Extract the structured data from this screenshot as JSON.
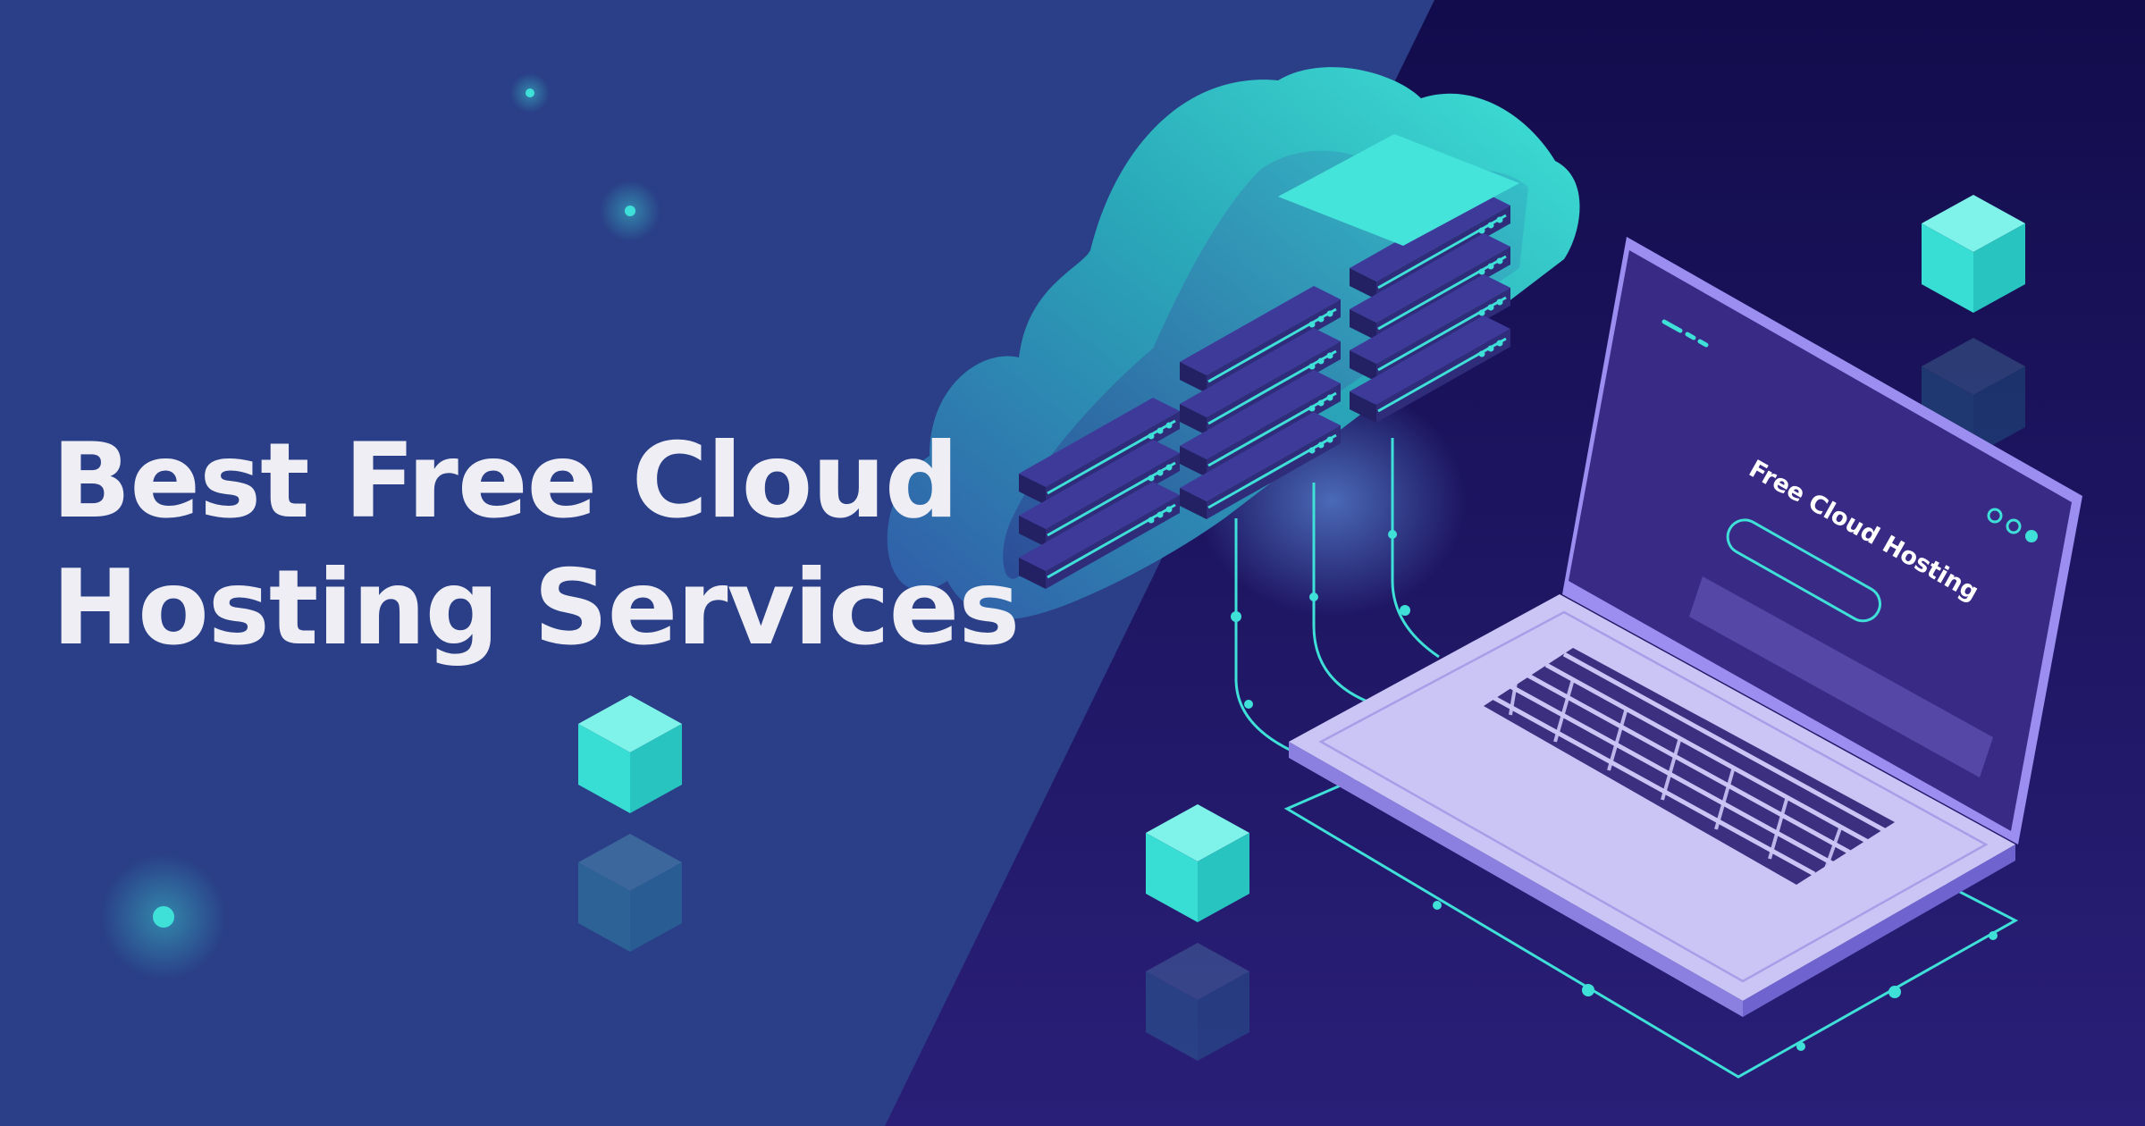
{
  "headline": {
    "line1": "Best Free Cloud",
    "line2": "Hosting Services"
  },
  "screen": {
    "caption": "Free Cloud Hosting"
  },
  "colors": {
    "left_background": "#2a3f87",
    "right_background": "#170f52",
    "accent_cyan": "#3ee0d8",
    "laptop_body": "#c9c3f4",
    "laptop_screen": "#392a86",
    "keyboard_keys": "#3c2f80",
    "server_units": "#2f2c7a"
  },
  "icons": [
    "cloud-icon",
    "server-rack-icon",
    "laptop-icon",
    "cube-icon",
    "glow-dot-icon"
  ]
}
